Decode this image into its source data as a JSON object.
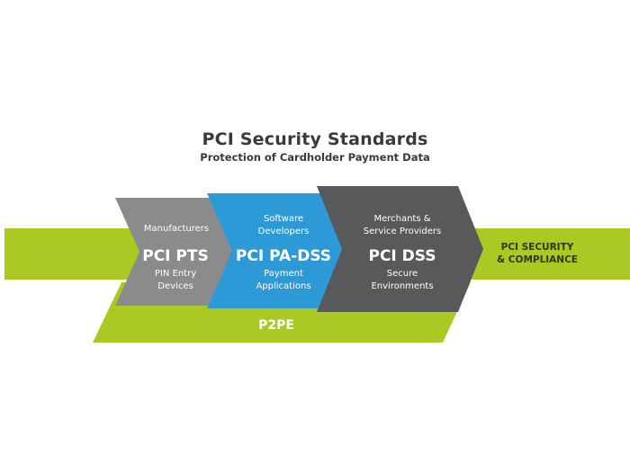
{
  "header": {
    "title": "PCI Security Standards",
    "subtitle": "Protection of Cardholder Payment Data"
  },
  "stages": [
    {
      "top_label": "Manufacturers",
      "standard": "PCI PTS",
      "bottom_line1": "PIN Entry",
      "bottom_line2": "Devices"
    },
    {
      "top_line1": "Software",
      "top_line2": "Developers",
      "standard": "PCI PA-DSS",
      "bottom_line1": "Payment",
      "bottom_line2": "Applications"
    },
    {
      "top_line1": "Merchants &",
      "top_line2": "Service Providers",
      "standard": "PCI DSS",
      "bottom_line1": "Secure",
      "bottom_line2": "Environments"
    }
  ],
  "p2pe": {
    "label": "P2PE"
  },
  "outcome": {
    "line1": "PCI SECURITY",
    "line2": "& COMPLIANCE"
  },
  "colors": {
    "lime": "#aac923",
    "gray": "#8a8b8d",
    "blue": "#2d9ad7",
    "dark_gray": "#58595b",
    "outcome_text": "#2c3a10",
    "white": "#ffffff"
  }
}
